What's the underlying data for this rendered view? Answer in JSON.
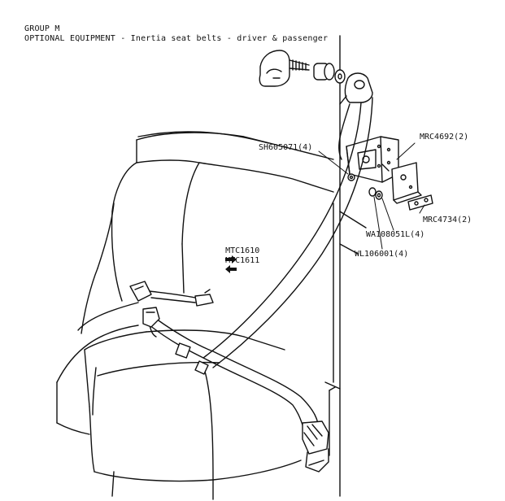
{
  "header": {
    "group": "GROUP M",
    "title": "OPTIONAL EQUIPMENT - Inertia seat belts - driver & passenger"
  },
  "callouts": {
    "sh605071": "SH605071(4)",
    "mrc4692": "MRC4692(2)",
    "mrc4734": "MRC4734(2)",
    "wa108051l": "WA108051L(4)",
    "wl106001": "WL106001(4)",
    "mtc1610": "MTC1610",
    "mtc1611": "MTC1611"
  },
  "icons": {
    "mtc1610": "arrow-right-icon",
    "mtc1611": "arrow-left-icon"
  }
}
